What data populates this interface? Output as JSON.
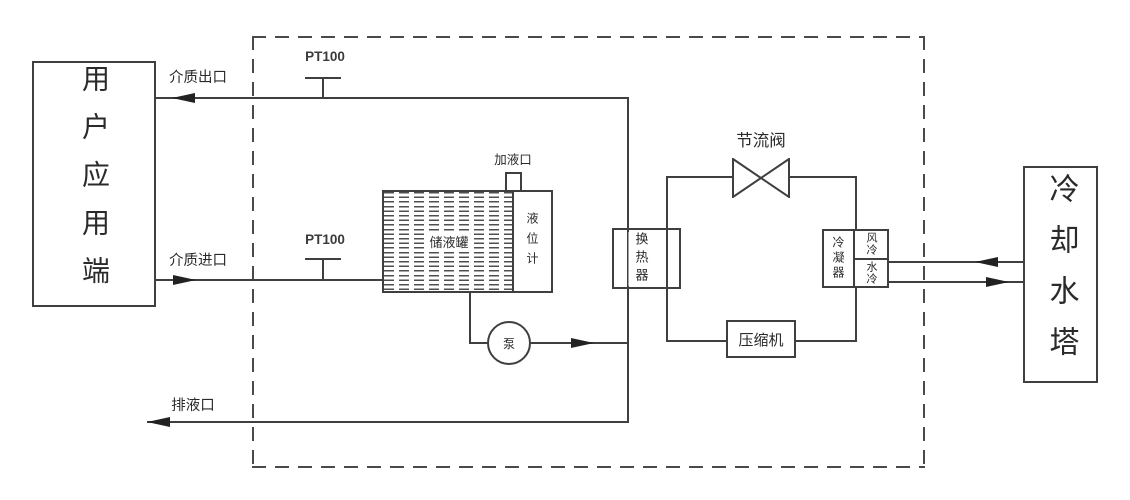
{
  "colors": {
    "line": "#3f3f3f",
    "text": "#2a2a2a",
    "background": "#ffffff"
  },
  "external": {
    "user_app_label": "用户应用端",
    "cooling_tower_label": "冷却水塔"
  },
  "ports": {
    "medium_outlet_label": "介质出口",
    "medium_inlet_label": "介质进口",
    "drain_label": "排液口"
  },
  "sensors": {
    "pt100_top_label": "PT100",
    "pt100_bottom_label": "PT100"
  },
  "tank": {
    "label": "储液罐",
    "level_gauge_label": "液位计",
    "fill_port_label": "加液口"
  },
  "components": {
    "pump_label": "泵",
    "heat_exchanger_label": "换热器",
    "throttle_valve_label": "节流阀",
    "compressor_label": "压缩机",
    "condenser_label": "冷凝器",
    "air_cooling_label": "风冷",
    "water_cooling_label": "水冷"
  }
}
